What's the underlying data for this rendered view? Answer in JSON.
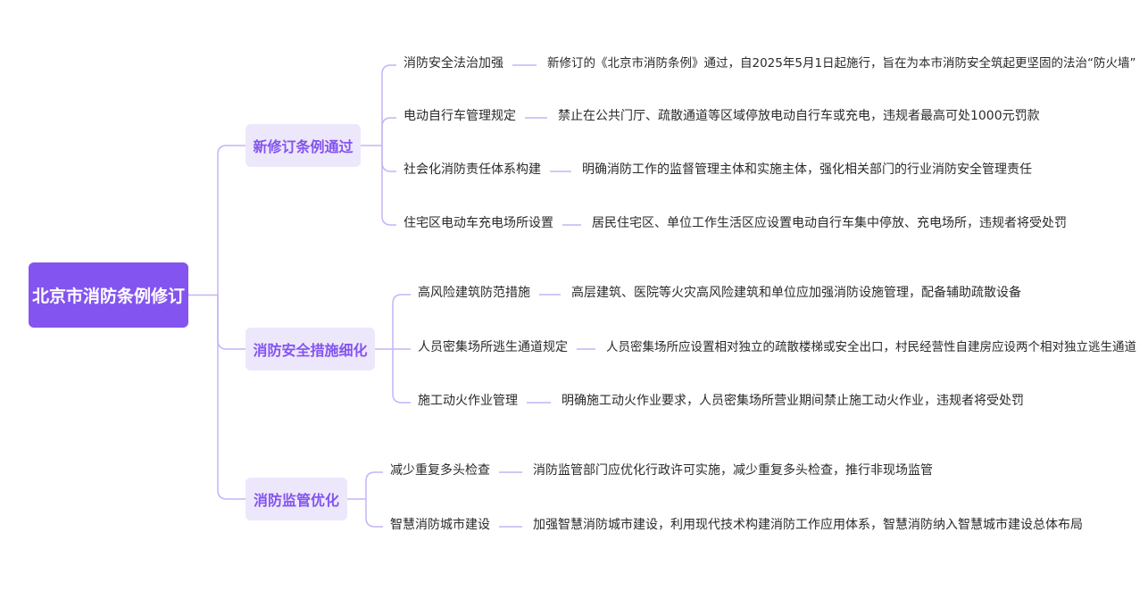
{
  "colors": {
    "accent": "#8354ef",
    "branch_fill": "#ede7fb",
    "connector": "#c6b4f5",
    "text": "#2a2a2a"
  },
  "root": {
    "label": "北京市消防条例修订"
  },
  "branches": [
    {
      "label": "新修订条例通过",
      "items": [
        {
          "topic": "消防安全法治加强",
          "detail": "新修订的《北京市消防条例》通过，自2025年5月1日起施行，旨在为本市消防安全筑起更坚固的法治“防火墙”"
        },
        {
          "topic": "电动自行车管理规定",
          "detail": "禁止在公共门厅、疏散通道等区域停放电动自行车或充电，违规者最高可处1000元罚款"
        },
        {
          "topic": "社会化消防责任体系构建",
          "detail": "明确消防工作的监督管理主体和实施主体，强化相关部门的行业消防安全管理责任"
        },
        {
          "topic": "住宅区电动车充电场所设置",
          "detail": "居民住宅区、单位工作生活区应设置电动自行车集中停放、充电场所，违规者将受处罚"
        }
      ]
    },
    {
      "label": "消防安全措施细化",
      "items": [
        {
          "topic": "高风险建筑防范措施",
          "detail": "高层建筑、医院等火灾高风险建筑和单位应加强消防设施管理，配备辅助疏散设备"
        },
        {
          "topic": "人员密集场所逃生通道规定",
          "detail": "人员密集场所应设置相对独立的疏散楼梯或安全出口，村民经营性自建房应设两个相对独立逃生通道"
        },
        {
          "topic": "施工动火作业管理",
          "detail": "明确施工动火作业要求，人员密集场所营业期间禁止施工动火作业，违规者将受处罚"
        }
      ]
    },
    {
      "label": "消防监管优化",
      "items": [
        {
          "topic": "减少重复多头检查",
          "detail": "消防监管部门应优化行政许可实施，减少重复多头检查，推行非现场监管"
        },
        {
          "topic": "智慧消防城市建设",
          "detail": "加强智慧消防城市建设，利用现代技术构建消防工作应用体系，智慧消防纳入智慧城市建设总体布局"
        }
      ]
    }
  ]
}
